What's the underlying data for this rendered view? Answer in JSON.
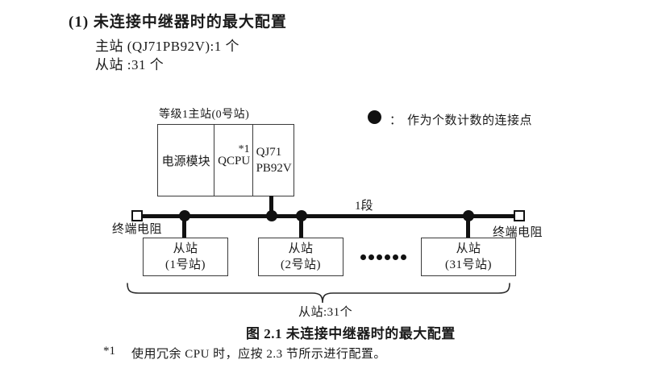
{
  "colors": {
    "ink": "#1a1a1a",
    "line": "#111111",
    "box_border": "#3a3a3a",
    "background": "#ffffff"
  },
  "header": {
    "heading": "(1) 未连接中继器时的最大配置",
    "master_count_line": "主站 (QJ71PB92V):1 个",
    "slave_count_line": "从站 :31 个"
  },
  "legend": {
    "icon": "filled-circle",
    "separator": "：",
    "label": "作为个数计数的连接点"
  },
  "figure": {
    "master_station": {
      "label": "等级1主站(0号站)",
      "modules": {
        "power": "电源模块",
        "cpu": "QCPU",
        "cpu_footnote_marker": "*1",
        "network_line1": "QJ71",
        "network_line2": "PB92V"
      }
    },
    "bus": {
      "segment_label": "1段",
      "terminator_left_label": "终端电阻",
      "terminator_right_label": "终端电阻",
      "connection_points": 4
    },
    "slave_stations": [
      {
        "line1": "从站",
        "line2": "(1号站)"
      },
      {
        "line1": "从站",
        "line2": "(2号站)"
      },
      {
        "line1": "从站",
        "line2": "(31号站)"
      }
    ],
    "ellipsis_dots": 6,
    "brace_label": "从站:31个",
    "caption": "图 2.1 未连接中继器时的最大配置"
  },
  "footnote": {
    "marker": "*1",
    "text": "使用冗余 CPU 时，应按 2.3 节所示进行配置。"
  }
}
